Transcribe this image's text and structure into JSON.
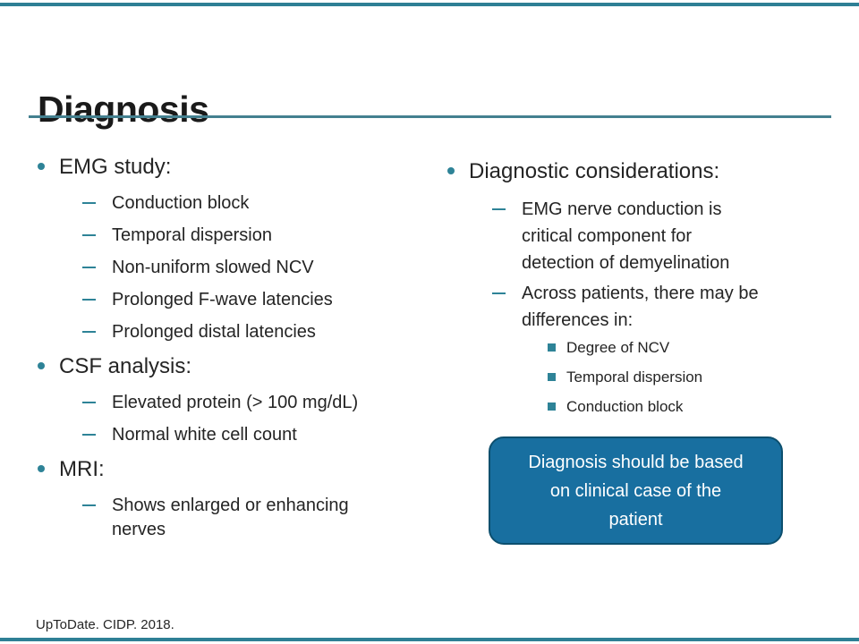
{
  "slide": {
    "title": "Diagnosis",
    "footer": "UpToDate. CIDP. 2018.",
    "colors": {
      "accent_teal": "#2E8397",
      "title_underline": "#44808F",
      "edge_line": "#2E7F95",
      "callout_fill": "#186FA0",
      "callout_border": "#0C4F6E",
      "body_text": "#242424"
    },
    "left_column": {
      "items": [
        {
          "level": 1,
          "text": "EMG study:"
        },
        {
          "level": 2,
          "text": "Conduction block"
        },
        {
          "level": 2,
          "text": "Temporal dispersion"
        },
        {
          "level": 2,
          "text": "Non-uniform slowed NCV"
        },
        {
          "level": 2,
          "text": "Prolonged F-wave latencies"
        },
        {
          "level": 2,
          "text": "Prolonged distal latencies"
        },
        {
          "level": 1,
          "text": "CSF analysis:"
        },
        {
          "level": 2,
          "text": "Elevated protein (> 100 mg/dL)"
        },
        {
          "level": 2,
          "text": "Normal white cell count"
        },
        {
          "level": 1,
          "text": "MRI:"
        },
        {
          "level": 2,
          "text": "Shows enlarged or enhancing\nnerves"
        }
      ]
    },
    "right_column": {
      "items": [
        {
          "level": 1,
          "text": "Diagnostic considerations:"
        },
        {
          "level": 2,
          "text": "EMG nerve conduction is\ncritical component for\ndetection of demyelination"
        },
        {
          "level": 2,
          "text": "Across patients, there may be\ndifferences in:"
        },
        {
          "level": 3,
          "text": "Degree of NCV"
        },
        {
          "level": 3,
          "text": "Temporal dispersion"
        },
        {
          "level": 3,
          "text": "Conduction block"
        }
      ]
    },
    "callout": {
      "text": "Diagnosis should be based\non clinical case of the\npatient"
    }
  }
}
